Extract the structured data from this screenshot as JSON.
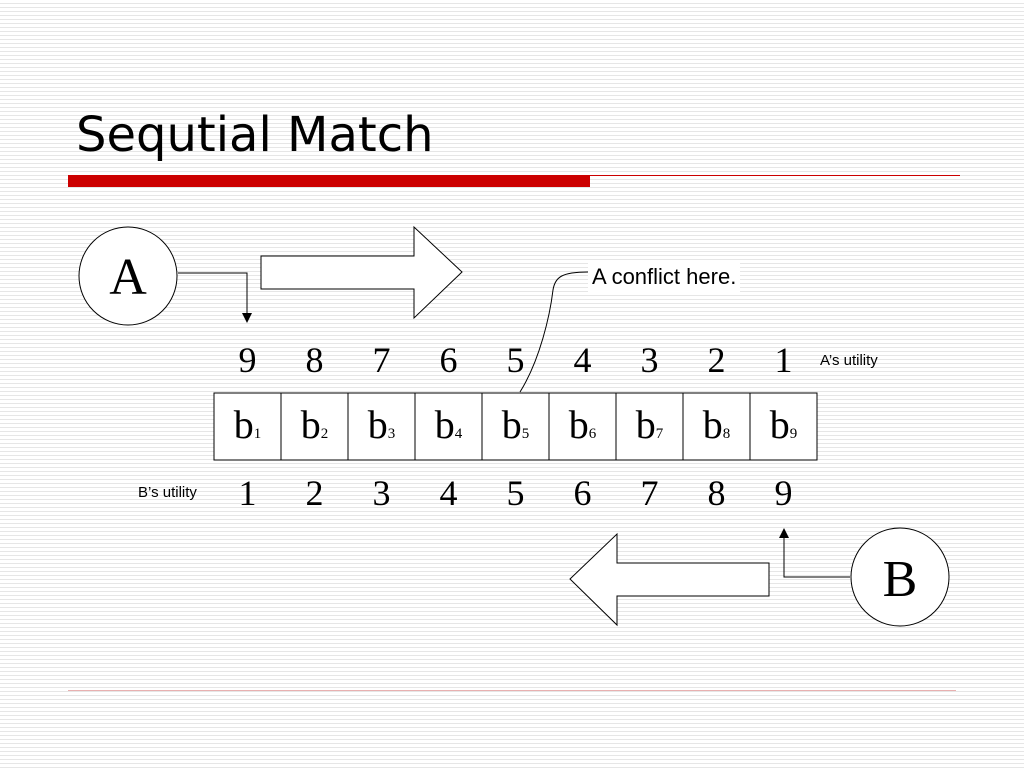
{
  "title": "Sequtial Match",
  "agents": {
    "a": {
      "label": "A"
    },
    "b": {
      "label": "B"
    }
  },
  "callout": {
    "text": "A conflict here."
  },
  "a_utility_label": "A’s utility",
  "b_utility_label": "B’s utility",
  "cells": [
    {
      "base": "b",
      "sub": "1",
      "a_utility": "9",
      "b_utility": "1"
    },
    {
      "base": "b",
      "sub": "2",
      "a_utility": "8",
      "b_utility": "2"
    },
    {
      "base": "b",
      "sub": "3",
      "a_utility": "7",
      "b_utility": "3"
    },
    {
      "base": "b",
      "sub": "4",
      "a_utility": "6",
      "b_utility": "4"
    },
    {
      "base": "b",
      "sub": "5",
      "a_utility": "5",
      "b_utility": "5"
    },
    {
      "base": "b",
      "sub": "6",
      "a_utility": "4",
      "b_utility": "6"
    },
    {
      "base": "b",
      "sub": "7",
      "a_utility": "3",
      "b_utility": "7"
    },
    {
      "base": "b",
      "sub": "8",
      "a_utility": "2",
      "b_utility": "8"
    },
    {
      "base": "b",
      "sub": "9",
      "a_utility": "1",
      "b_utility": "9"
    }
  ],
  "colors": {
    "accent": "#cc0000",
    "stroke": "#000000",
    "background": "#ffffff"
  }
}
